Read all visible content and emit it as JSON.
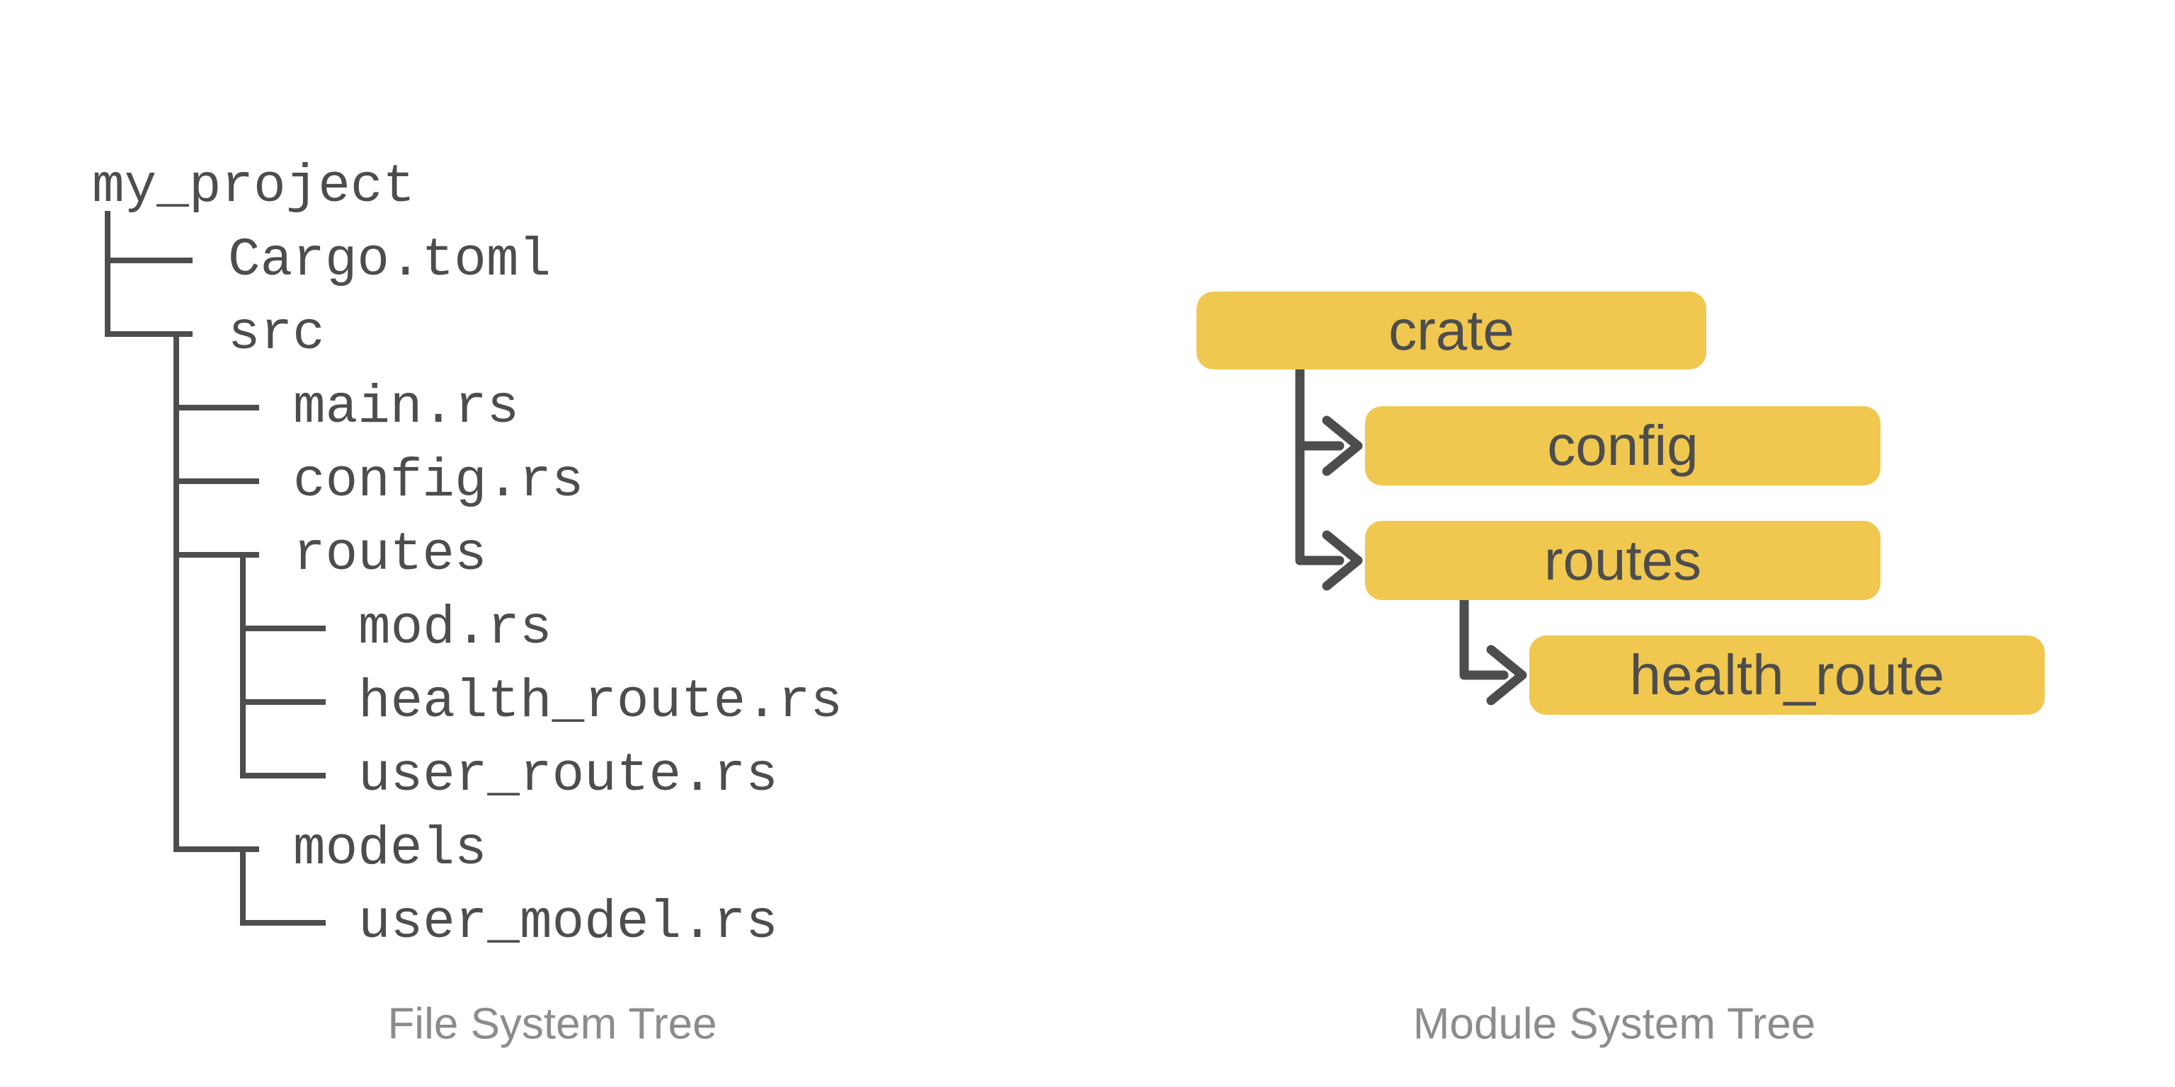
{
  "colors": {
    "accent": "#F0C84F",
    "line": "#4D4D4D",
    "text": "#4D4D4D",
    "muted": "#8C8C8C",
    "background": "#FFFFFF"
  },
  "file_tree": {
    "caption": "File System Tree",
    "root": "my_project",
    "nodes": [
      {
        "label": "my_project",
        "depth": 0
      },
      {
        "label": "Cargo.toml",
        "depth": 1
      },
      {
        "label": "src",
        "depth": 1
      },
      {
        "label": "main.rs",
        "depth": 2
      },
      {
        "label": "config.rs",
        "depth": 2
      },
      {
        "label": "routes",
        "depth": 2
      },
      {
        "label": "mod.rs",
        "depth": 3
      },
      {
        "label": "health_route.rs",
        "depth": 3
      },
      {
        "label": "user_route.rs",
        "depth": 3
      },
      {
        "label": "models",
        "depth": 2
      },
      {
        "label": "user_model.rs",
        "depth": 3
      }
    ]
  },
  "module_tree": {
    "caption": "Module System Tree",
    "root": "crate",
    "nodes": [
      {
        "label": "crate",
        "depth": 0,
        "parent": null
      },
      {
        "label": "config",
        "depth": 1,
        "parent": "crate"
      },
      {
        "label": "routes",
        "depth": 1,
        "parent": "crate"
      },
      {
        "label": "health_route",
        "depth": 2,
        "parent": "routes"
      }
    ]
  }
}
